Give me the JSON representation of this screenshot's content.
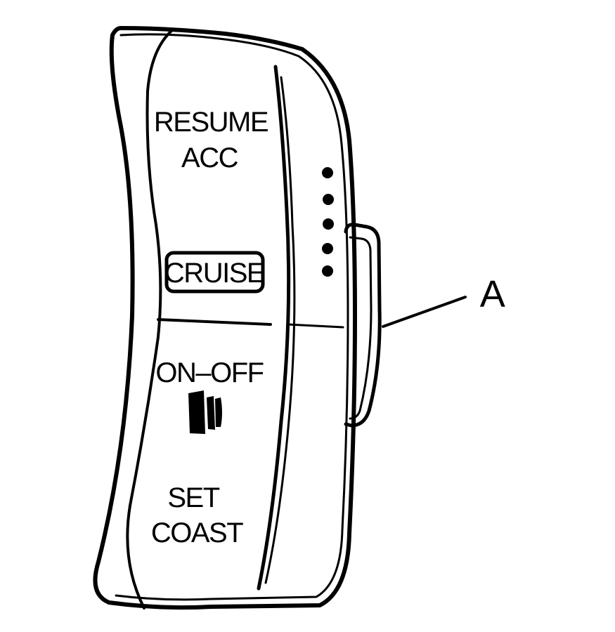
{
  "labels": {
    "resume": "RESUME",
    "acc": "ACC",
    "cruise": "CRUISE",
    "on_off": "ON–OFF",
    "set": "SET",
    "coast": "COAST"
  },
  "callouts": [
    {
      "letter": "A"
    }
  ],
  "colors": {
    "ink": "#000000",
    "paper": "#ffffff"
  },
  "icons": {
    "indicator_dots": "dot-icon",
    "switch_mark": "on-off-switch-icon"
  }
}
